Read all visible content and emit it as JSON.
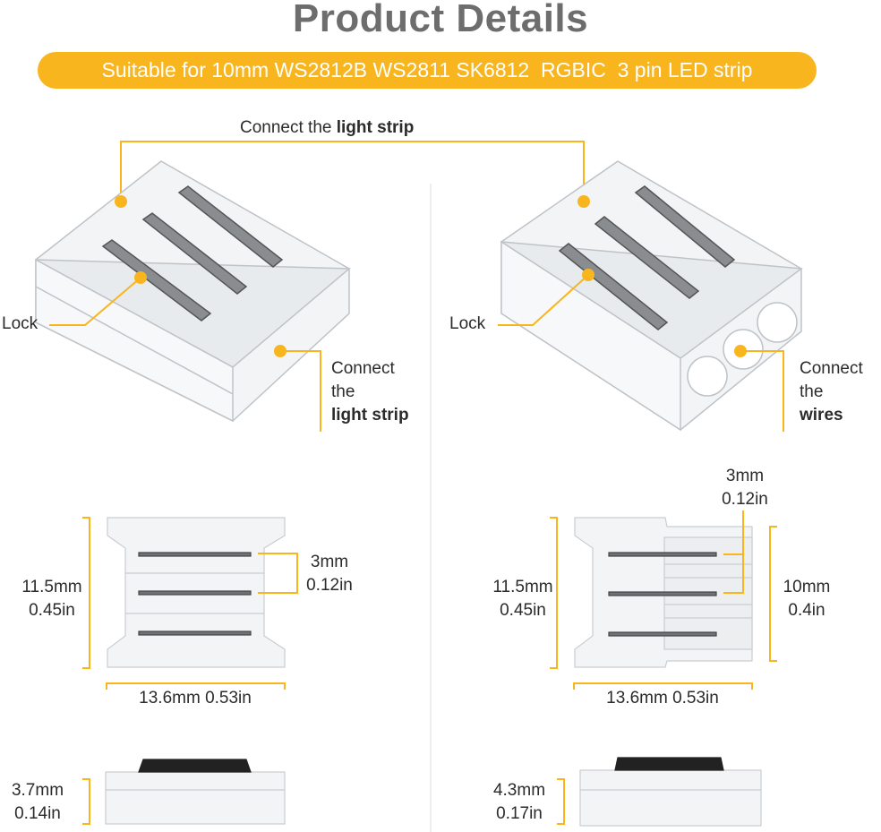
{
  "title": "Product Details",
  "subtitle": "Suitable for 10mm WS2812B WS2811 SK6812  RGBIC  3 pin LED strip",
  "top_callout": {
    "prefix": "Connect the ",
    "bold": "light strip"
  },
  "left": {
    "lock": "Lock",
    "side_callout": {
      "line1": "Connect",
      "line2": "the",
      "bold": "light strip"
    },
    "height": {
      "mm": "11.5mm",
      "in": "0.45in"
    },
    "pitch": {
      "mm": "3mm",
      "in": "0.12in"
    },
    "width": "13.6mm 0.53in",
    "thickness": {
      "mm": "3.7mm",
      "in": "0.14in"
    }
  },
  "right": {
    "lock": "Lock",
    "side_callout": {
      "line1": "Connect",
      "line2": "the",
      "bold": "wires"
    },
    "height": {
      "mm": "11.5mm",
      "in": "0.45in"
    },
    "pitch": {
      "mm": "3mm",
      "in": "0.12in"
    },
    "inner": {
      "mm": "10mm",
      "in": "0.4in"
    },
    "width": "13.6mm 0.53in",
    "thickness": {
      "mm": "4.3mm",
      "in": "0.17in"
    }
  },
  "colors": {
    "accent": "#f9b51e",
    "title": "#6d6d6d",
    "text": "#2b2b2b"
  }
}
